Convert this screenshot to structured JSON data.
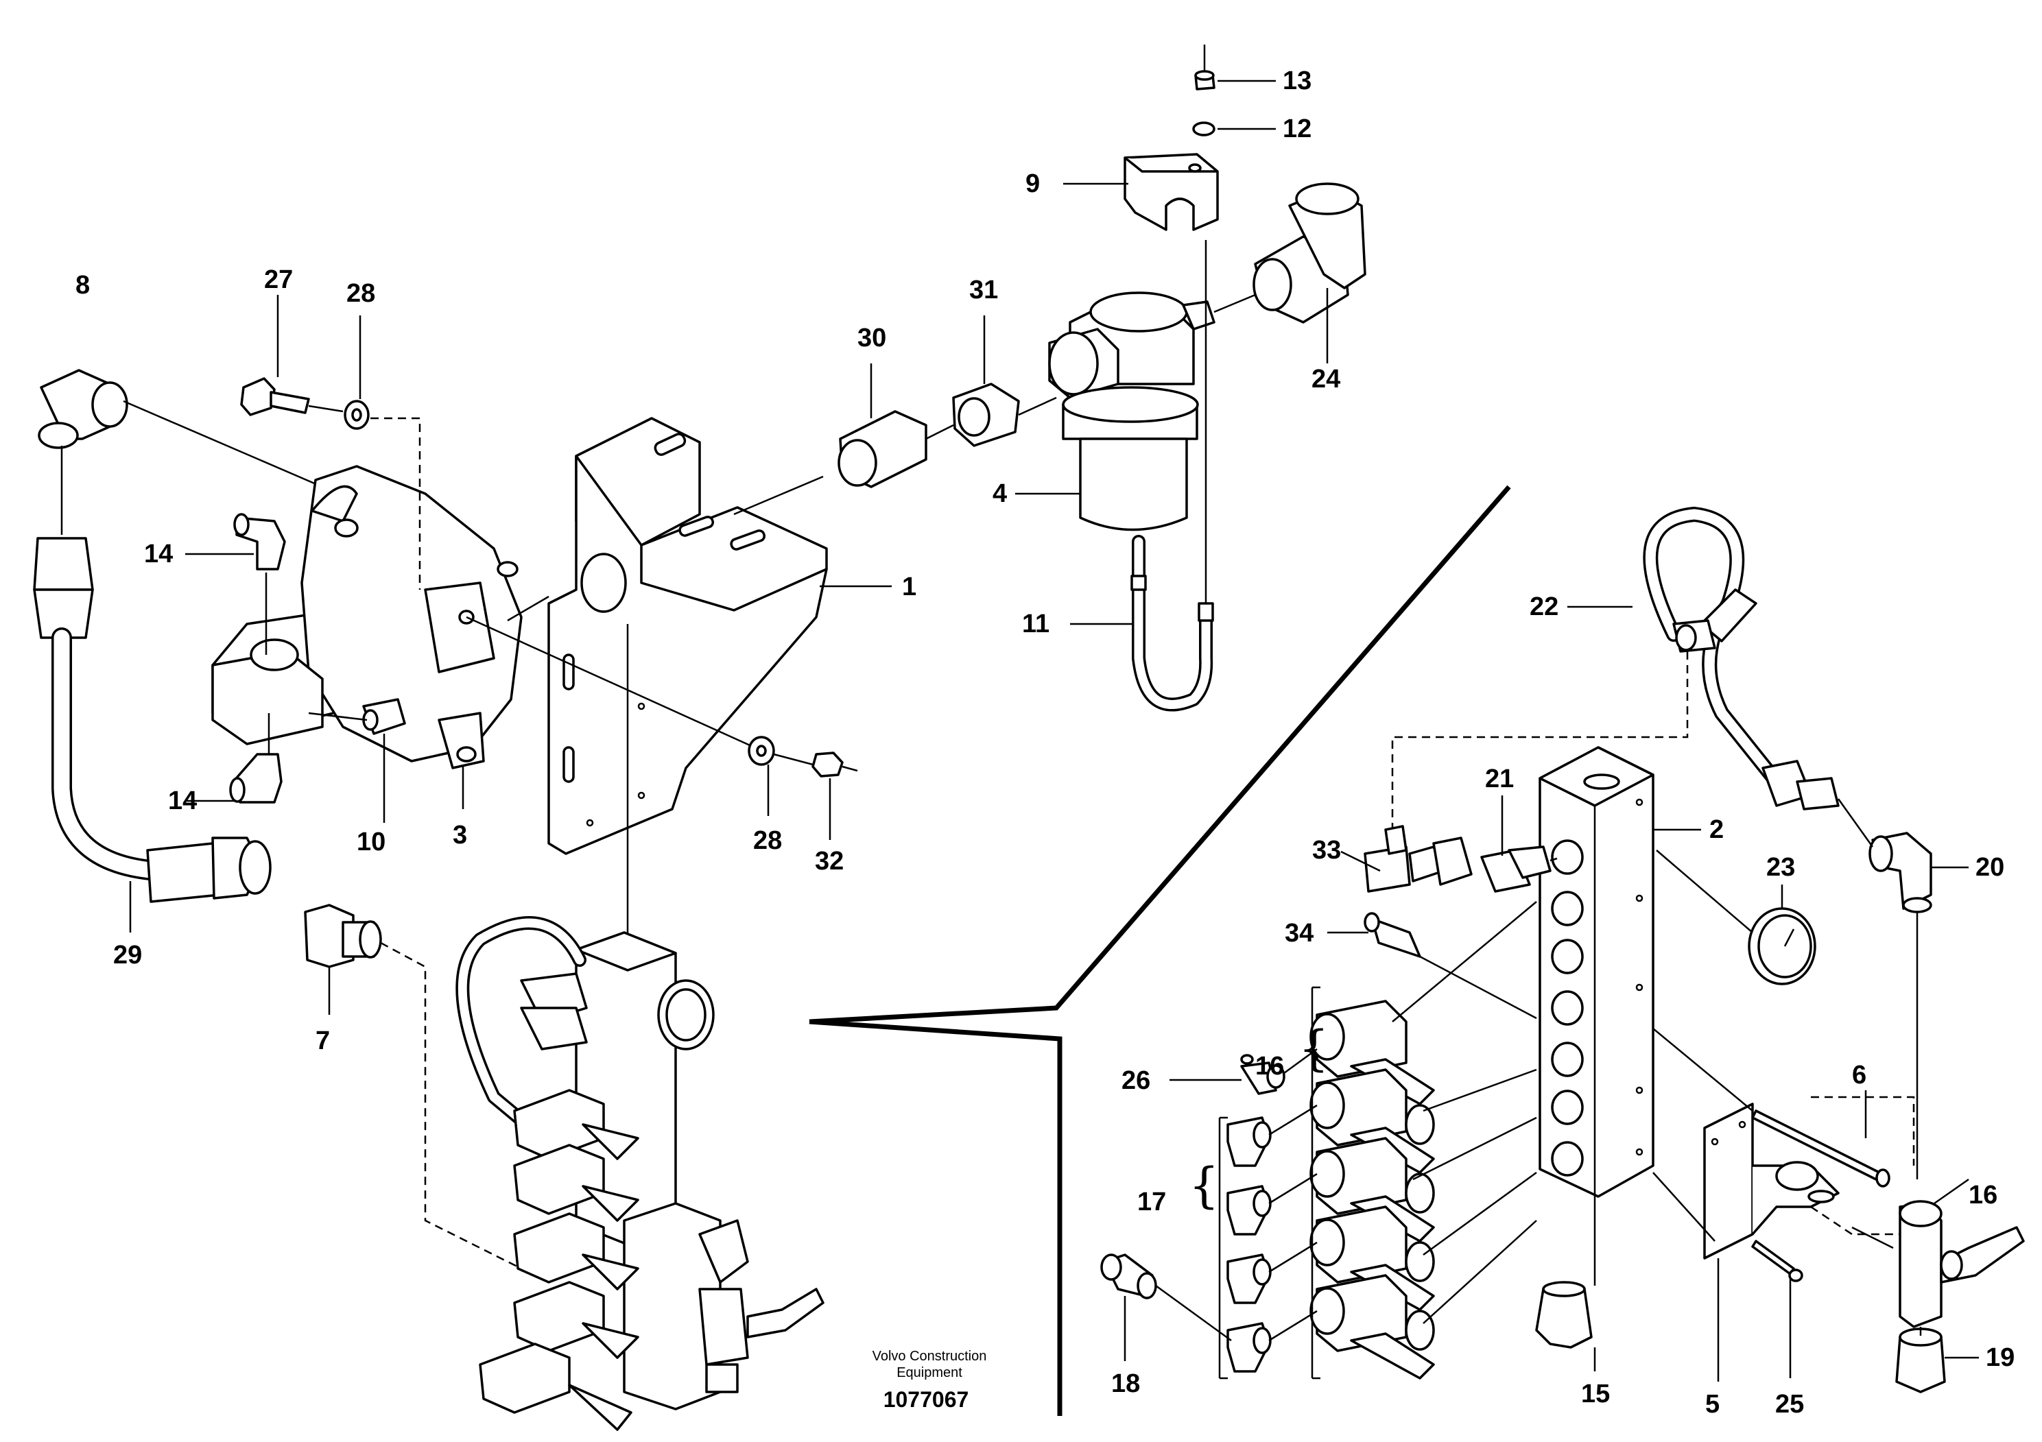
{
  "caption": {
    "line1": "Volvo Construction",
    "line2": "Equipment",
    "figure_number": "1077067"
  },
  "callouts": {
    "c1": "1",
    "c2": "2",
    "c3": "3",
    "c4": "4",
    "c5": "5",
    "c6": "6",
    "c7": "7",
    "c8": "8",
    "c9": "9",
    "c10": "10",
    "c11": "11",
    "c12": "12",
    "c13": "13",
    "c14a": "14",
    "c14b": "14",
    "c15": "15",
    "c16a": "16",
    "c16b": "16",
    "c17": "17",
    "c18": "18",
    "c19": "19",
    "c20": "20",
    "c21": "21",
    "c22": "22",
    "c23": "23",
    "c24": "24",
    "c25": "25",
    "c26": "26",
    "c27": "27",
    "c28a": "28",
    "c28b": "28",
    "c29": "29",
    "c30": "30",
    "c31": "31",
    "c32": "32",
    "c33": "33",
    "c34": "34"
  },
  "brace_symbol": "{"
}
